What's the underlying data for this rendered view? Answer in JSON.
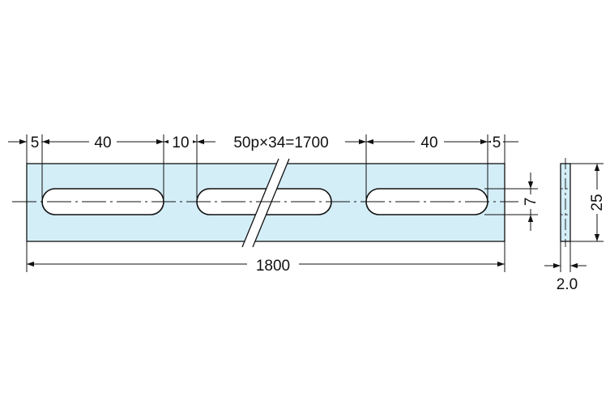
{
  "dimensions": {
    "left_offset": "5",
    "slot_length_left": "40",
    "gap": "10",
    "pitch_formula": "50p×34=1700",
    "slot_length_right": "40",
    "right_offset": "5",
    "overall_length": "1800",
    "slot_width": "7",
    "plate_height": "25",
    "plate_thickness": "2.0"
  },
  "colors": {
    "plate_fill": "#d4eef8",
    "line": "#111111"
  }
}
